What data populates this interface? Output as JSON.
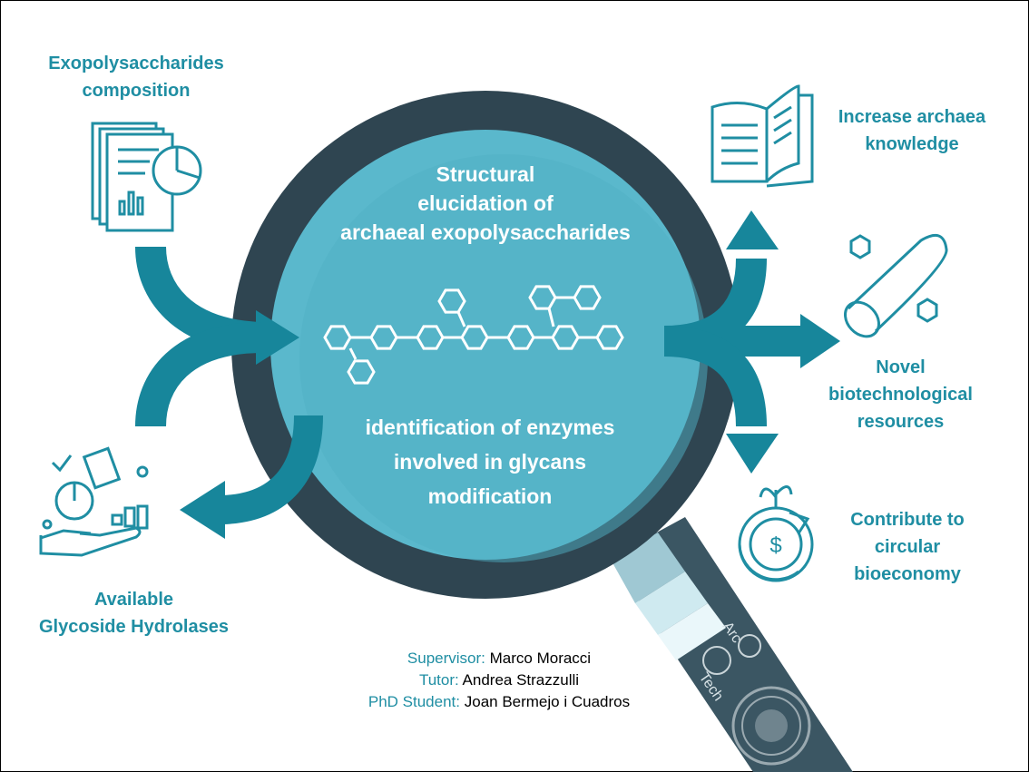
{
  "title_lines": [
    "Structural",
    "elucidation of",
    "archaeal exopolysaccharides"
  ],
  "subtitle_lines": [
    "identification of enzymes",
    "involved in glycans",
    "modification"
  ],
  "inputs": {
    "exopoly": [
      "Exopolysaccharides",
      "composition"
    ],
    "hydrolases": [
      "Available",
      "Glycoside Hydrolases"
    ]
  },
  "outputs": {
    "knowledge": [
      "Increase archaea",
      "knowledge"
    ],
    "biotech": [
      "Novel",
      "biotechnological",
      "resources"
    ],
    "bioeconomy": [
      "Contribute to",
      "circular",
      "bioeconomy"
    ]
  },
  "handle_text": {
    "arc": "Arc",
    "tech": "Tech"
  },
  "credits": [
    {
      "role": "Supervisor:",
      "name": "Marco Moracci"
    },
    {
      "role": "Tutor:",
      "name": "Andrea Strazzulli"
    },
    {
      "role": "PhD Student:",
      "name": "Joan Bermejo i Cuadros"
    }
  ],
  "colors": {
    "teal": "#1f8ea3",
    "arrow": "#17869b",
    "lens": "#5ab8cc",
    "ring": "#2f4551"
  }
}
